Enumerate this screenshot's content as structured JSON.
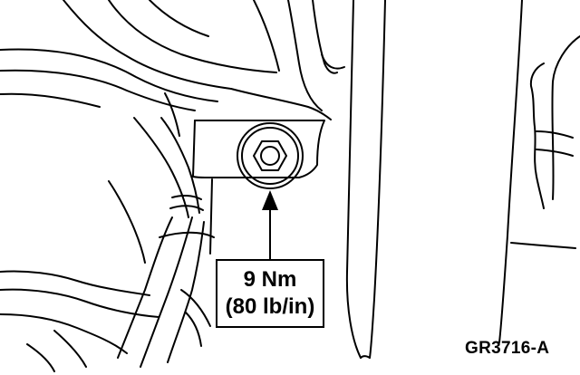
{
  "diagram": {
    "callout": {
      "torque_metric": "9 Nm",
      "torque_imperial": "(80 lb/in)"
    },
    "figure_id": "GR3716-A",
    "line_color": "#000000",
    "background_color": "#ffffff"
  }
}
